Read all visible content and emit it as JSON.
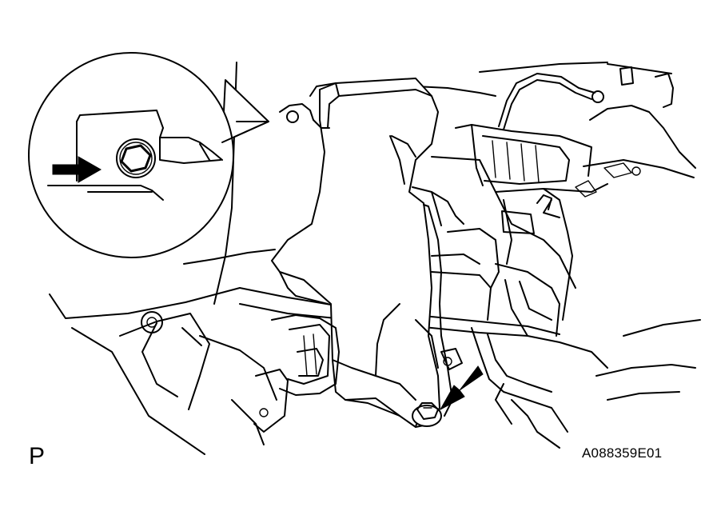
{
  "diagram": {
    "view_label": "P",
    "figure_id": "A088359E01",
    "inset_detail": {
      "subject": "bolt",
      "arrow": "arrow-icon"
    },
    "main_arrow": "arrow-icon"
  }
}
